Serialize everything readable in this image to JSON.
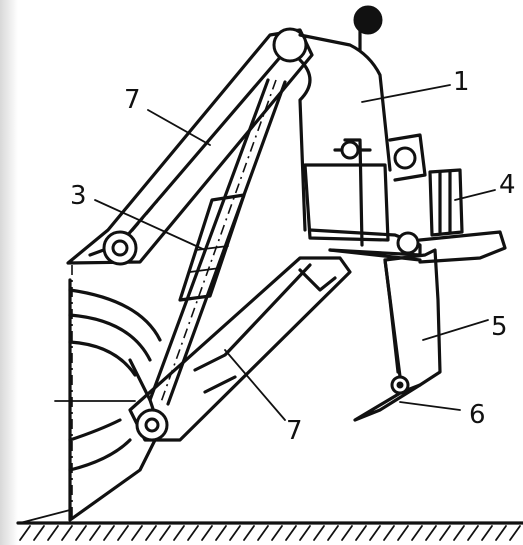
{
  "diagram": {
    "callouts": [
      {
        "id": "c1",
        "text": "1"
      },
      {
        "id": "c3",
        "text": "3"
      },
      {
        "id": "c4",
        "text": "4"
      },
      {
        "id": "c5",
        "text": "5"
      },
      {
        "id": "c6",
        "text": "6"
      },
      {
        "id": "c7a",
        "text": "7"
      },
      {
        "id": "c7b",
        "text": "7"
      }
    ]
  }
}
